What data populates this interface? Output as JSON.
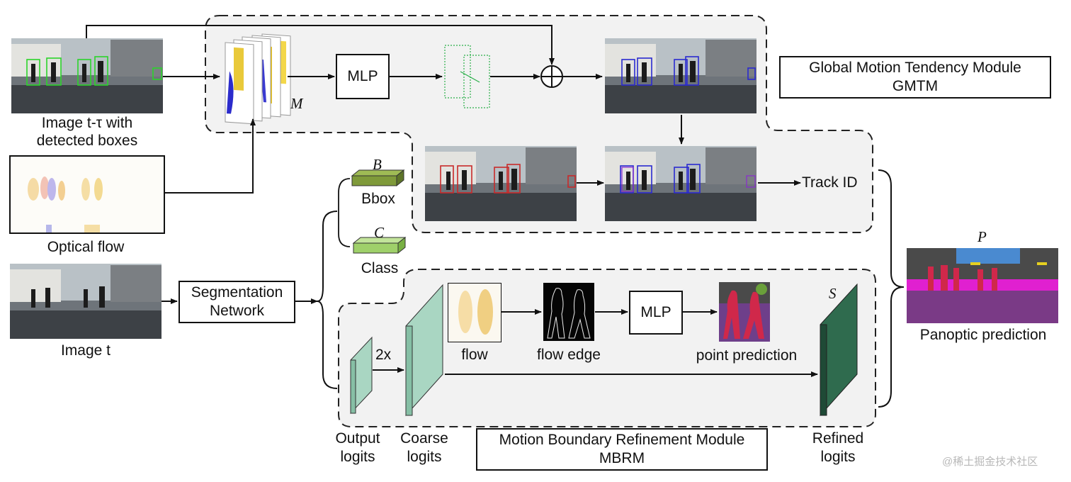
{
  "image_prev": {
    "caption_line1": "Image t-τ with",
    "caption_line2": "detected boxes"
  },
  "optical_flow": {
    "caption": "Optical flow"
  },
  "image_t": {
    "caption": "Image t"
  },
  "seg_net": {
    "line1": "Segmentation",
    "line2": "Network"
  },
  "gmtm": {
    "mlp_label": "MLP",
    "m_symbol": "M",
    "title_line1": "Global Motion Tendency Module",
    "title_line2": "GMTM",
    "track_id": "Track ID"
  },
  "heads": {
    "b_symbol": "B",
    "bbox_label": "Bbox",
    "c_symbol": "C",
    "class_label": "Class"
  },
  "mbrm": {
    "up_label": "2x",
    "flow_label": "flow",
    "flow_edge_label": "flow edge",
    "mlp_label": "MLP",
    "point_label": "point prediction",
    "s_symbol": "S",
    "output_line1": "Output",
    "output_line2": "logits",
    "coarse_line1": "Coarse",
    "coarse_line2": "logits",
    "refined_line1": "Refined",
    "refined_line2": "logits",
    "title_line1": "Motion Boundary Refinement Module",
    "title_line2": "MBRM"
  },
  "output": {
    "p_symbol": "P",
    "caption": "Panoptic prediction"
  },
  "watermark": "@稀土掘金技术社区",
  "colors": {
    "region_fill": "#f2f2f2",
    "box_green": "#2bd42b",
    "box_blue": "#2a2ad0",
    "box_red": "#c82a2a",
    "bbox_head": "#7f9a3a",
    "class_head": "#9fd06a",
    "logit_light": "#a9d6c2",
    "logit_dark": "#2f6b4e"
  }
}
